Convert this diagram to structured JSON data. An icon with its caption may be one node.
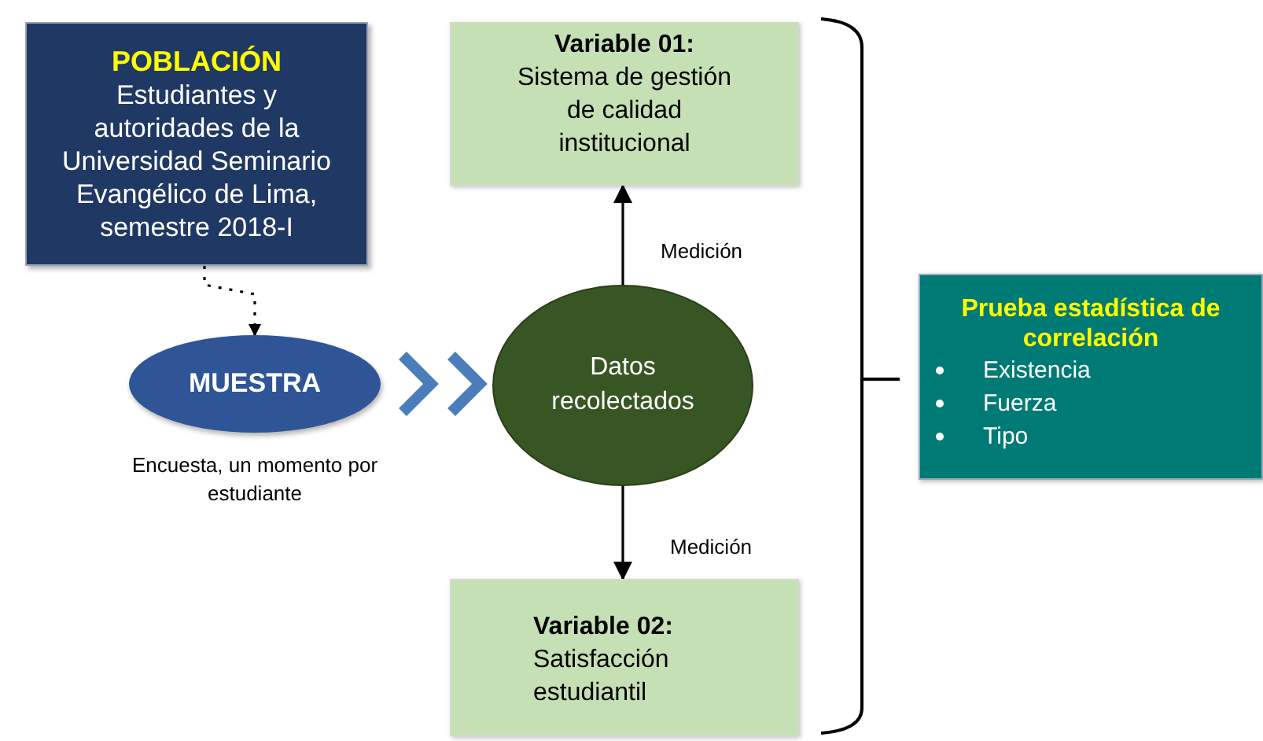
{
  "diagram": {
    "nodes": [
      {
        "text": [
          "POBLACIÓN",
          "Estudiantes y autoridades de la Universidad Seminario Evangélico de Lima, semestre 2018-I"
        ]
      },
      {
        "text": [
          "MUESTRA"
        ],
        "beside": [
          "Encuesta, un momento por estudiante"
        ]
      },
      {
        "text": [
          "Datos recolectados"
        ]
      },
      {
        "text": [
          "Variable 01:",
          "Sistema de gestión de calidad institucional"
        ]
      },
      {
        "text": [
          "Variable 02:",
          "Satisfacción estudiantil"
        ]
      },
      {
        "text": [
          "Prueba estadística de correlación",
          "Existencia",
          "Fuerza",
          "Tipo"
        ]
      }
    ],
    "edges": [
      {
        "from": 0,
        "to": 1,
        "arrow": "to",
        "style": "dashed"
      },
      {
        "from": 1,
        "to": 2,
        "arrow": "to",
        "style": "thick",
        "color": "#4a7ebb"
      },
      {
        "from": 2,
        "to": 3,
        "arrow": "to",
        "label": "Medición"
      },
      {
        "from": 2,
        "to": 4,
        "arrow": "to",
        "label": "Medición"
      }
    ]
  }
}
